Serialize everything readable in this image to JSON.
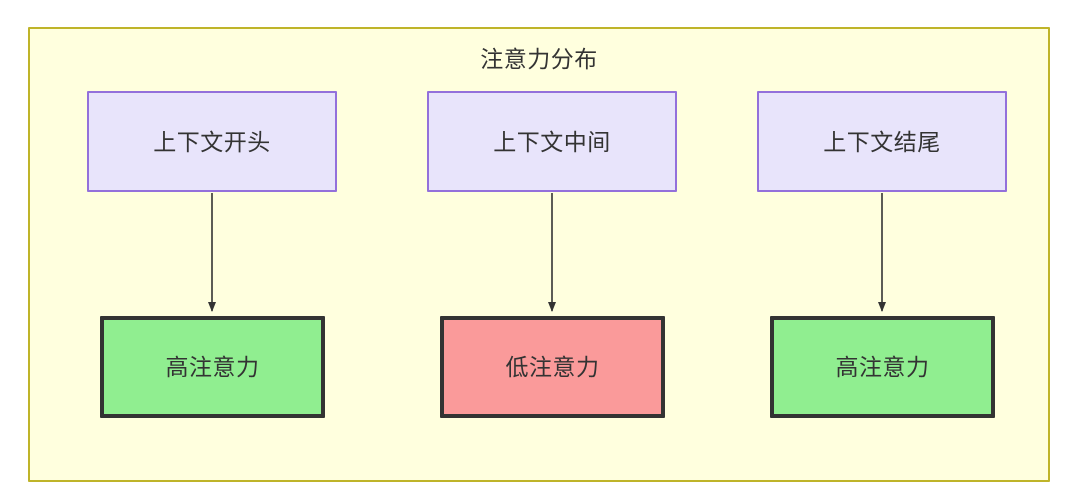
{
  "diagram": {
    "type": "flowchart",
    "direction": "top-to-bottom",
    "subgraph": {
      "title": "注意力分布",
      "background_color": "#ffffde",
      "border_color": "#bfb429"
    },
    "nodes": [
      {
        "id": "ctx-start",
        "label": "上下文开头",
        "row": "top",
        "column": 1,
        "fill_color": "#e8e4fb",
        "border_color": "#9370db"
      },
      {
        "id": "ctx-middle",
        "label": "上下文中间",
        "row": "top",
        "column": 2,
        "fill_color": "#e8e4fb",
        "border_color": "#9370db"
      },
      {
        "id": "ctx-end",
        "label": "上下文结尾",
        "row": "top",
        "column": 3,
        "fill_color": "#e8e4fb",
        "border_color": "#9370db"
      },
      {
        "id": "attn-start",
        "label": "高注意力",
        "row": "bottom",
        "column": 1,
        "fill_color": "#90ee90",
        "border_color": "#333333"
      },
      {
        "id": "attn-middle",
        "label": "低注意力",
        "row": "bottom",
        "column": 2,
        "fill_color": "#fa9a9a",
        "border_color": "#333333"
      },
      {
        "id": "attn-end",
        "label": "高注意力",
        "row": "bottom",
        "column": 3,
        "fill_color": "#90ee90",
        "border_color": "#333333"
      }
    ],
    "edges": [
      {
        "id": "edge-1",
        "from": "ctx-start",
        "to": "attn-start",
        "label": "",
        "arrow": "filled-triangle"
      },
      {
        "id": "edge-2",
        "from": "ctx-middle",
        "to": "attn-middle",
        "label": "",
        "arrow": "filled-triangle"
      },
      {
        "id": "edge-3",
        "from": "ctx-end",
        "to": "attn-end",
        "label": "",
        "arrow": "filled-triangle"
      }
    ],
    "edge_color": "#333333"
  }
}
